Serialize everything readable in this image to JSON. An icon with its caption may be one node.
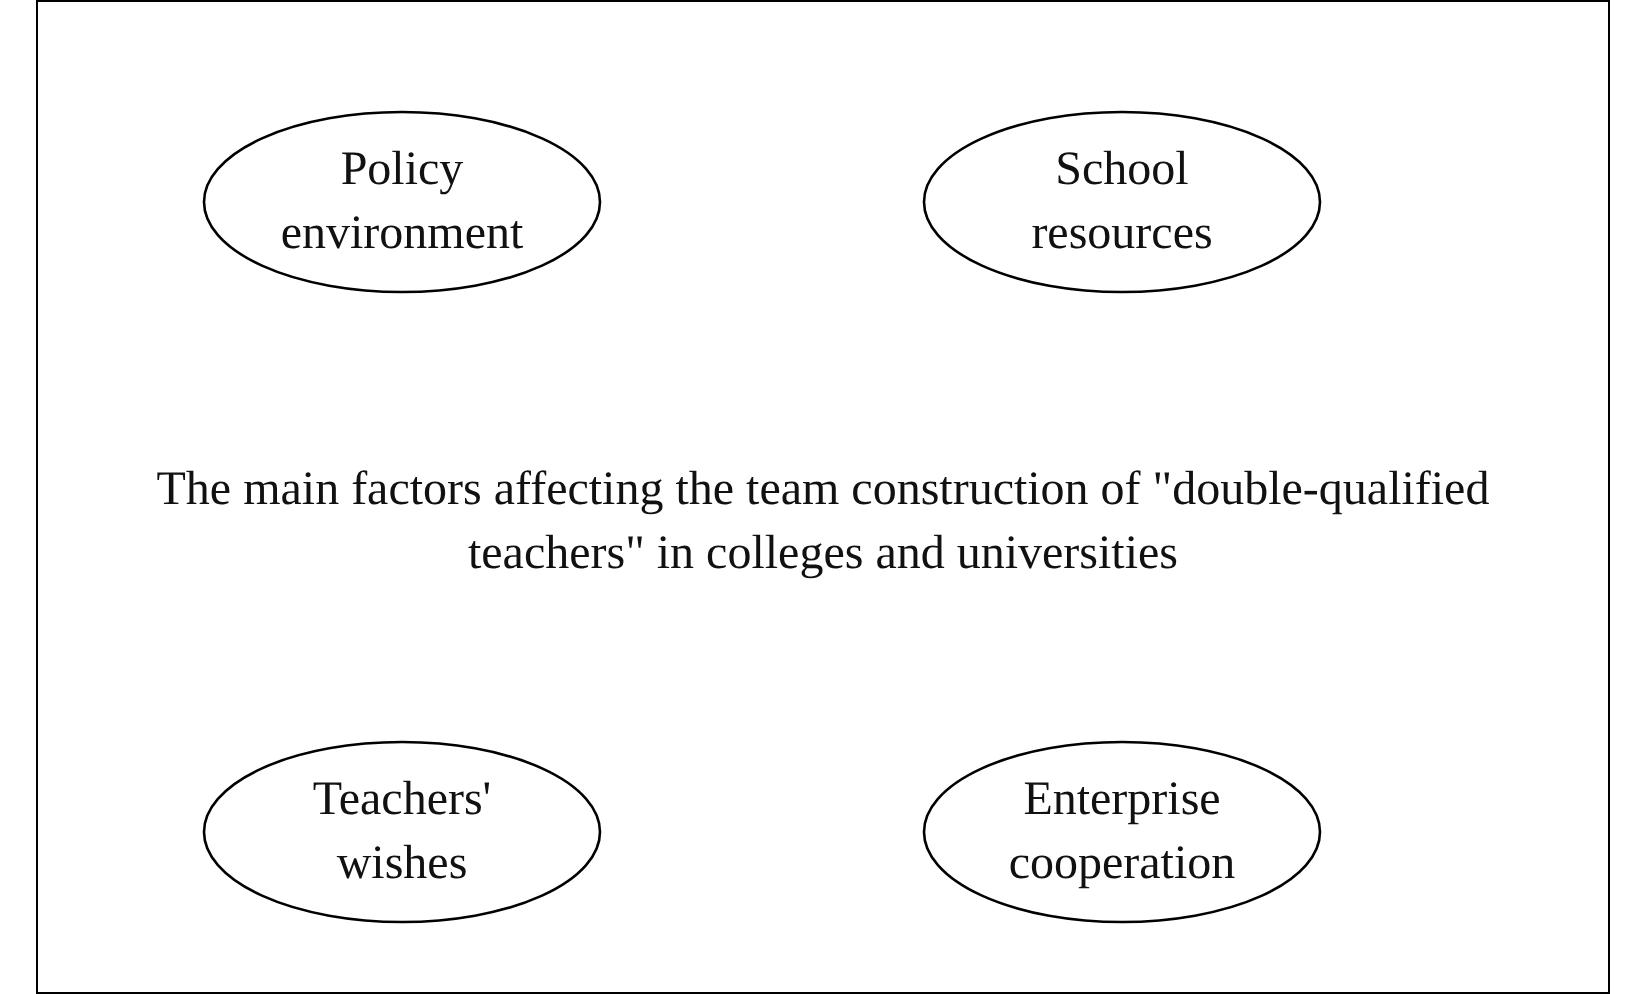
{
  "diagram": {
    "nodes": [
      {
        "text": [
          "The main factors affecting the team construction of \"double-qualified teachers\" in colleges and universities"
        ]
      },
      {
        "text": [
          "Policy environment"
        ],
        "in": 0
      },
      {
        "text": [
          "School resources"
        ],
        "in": 0
      },
      {
        "text": [
          "Teachers' wishes"
        ],
        "in": 0
      },
      {
        "text": [
          "Enterprise cooperation"
        ],
        "in": 0
      }
    ],
    "edges": []
  }
}
